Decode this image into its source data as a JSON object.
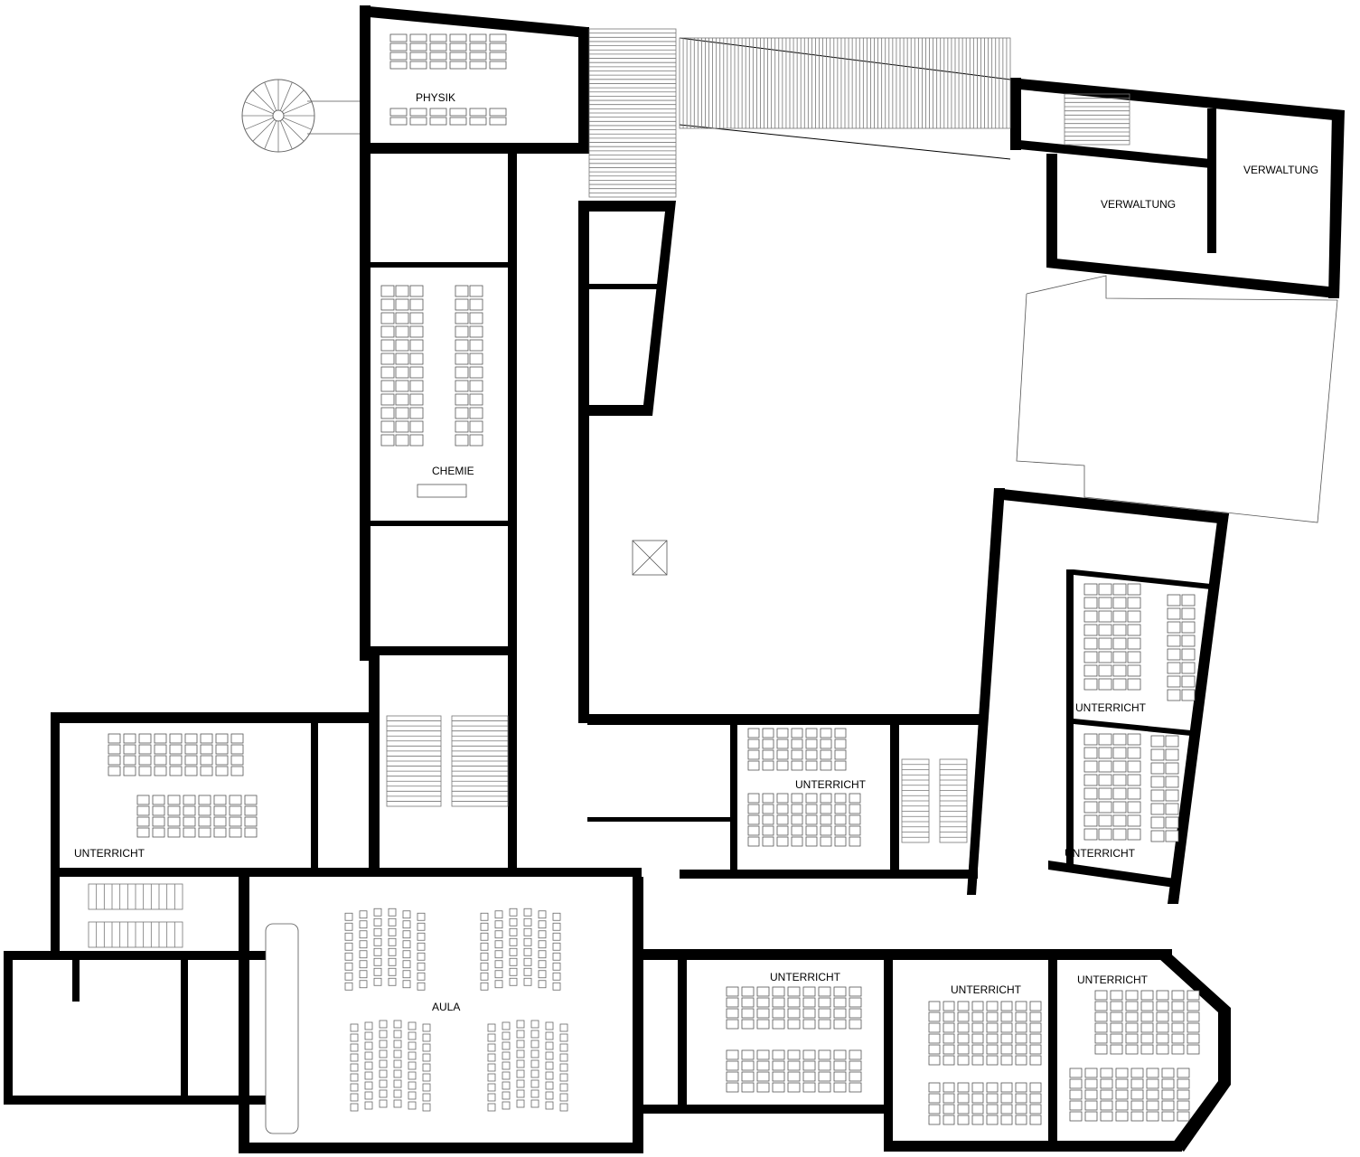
{
  "rooms": {
    "physik": "PHYSIK",
    "chemie": "CHEMIE",
    "verwaltung_1": "VERWALTUNG",
    "verwaltung_2": "VERWALTUNG",
    "aula": "AULA",
    "unterricht_west": "UNTERRICHT",
    "unterricht_center": "UNTERRICHT",
    "unterricht_east_upper": "UNTERRICHT",
    "unterricht_east_lower": "UNTERRICHT",
    "unterricht_south_1": "UNTERRICHT",
    "unterricht_south_2": "UNTERRICHT",
    "unterricht_south_3": "UNTERRICHT"
  },
  "colors": {
    "wall": "#000000",
    "line": "#555555",
    "background": "#ffffff"
  }
}
